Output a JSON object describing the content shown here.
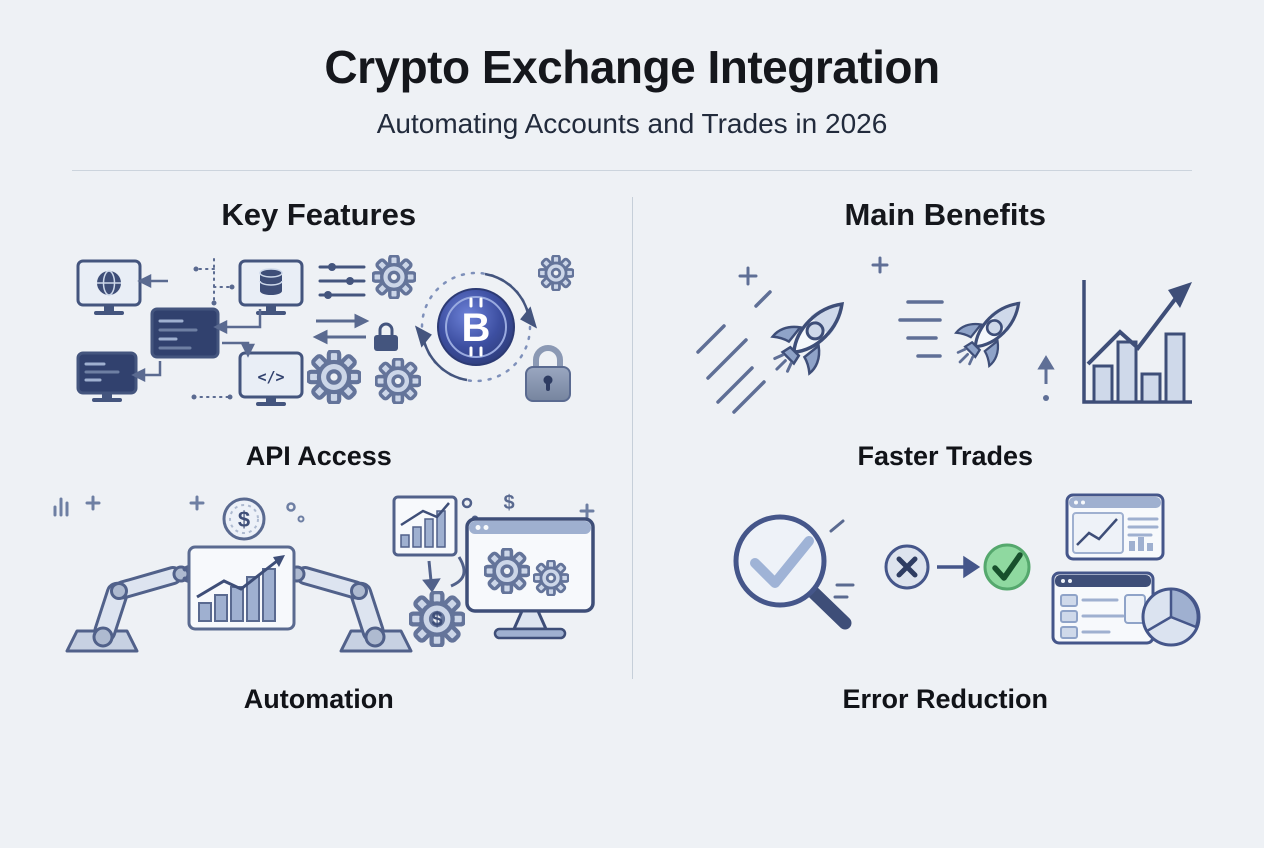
{
  "header": {
    "title": "Crypto Exchange Integration",
    "subtitle": "Automating Accounts and Trades in 2026"
  },
  "features": {
    "heading": "Key Features",
    "items": [
      {
        "label": "API Access"
      },
      {
        "label": "Automation"
      }
    ]
  },
  "benefits": {
    "heading": "Main Benefits",
    "items": [
      {
        "label": "Faster Trades"
      },
      {
        "label": "Error Reduction"
      }
    ]
  },
  "glyphs": {
    "bitcoin": "B",
    "dollar": "$",
    "code_tag": "</>"
  },
  "colors": {
    "background": "#eef1f5",
    "accent_navy": "#3e4e78",
    "illustration_light": "#cfd9ea",
    "bitcoin_blue": "#3d4fa1",
    "success_green": "#8fd9a0",
    "divider": "#ccd4dd"
  }
}
